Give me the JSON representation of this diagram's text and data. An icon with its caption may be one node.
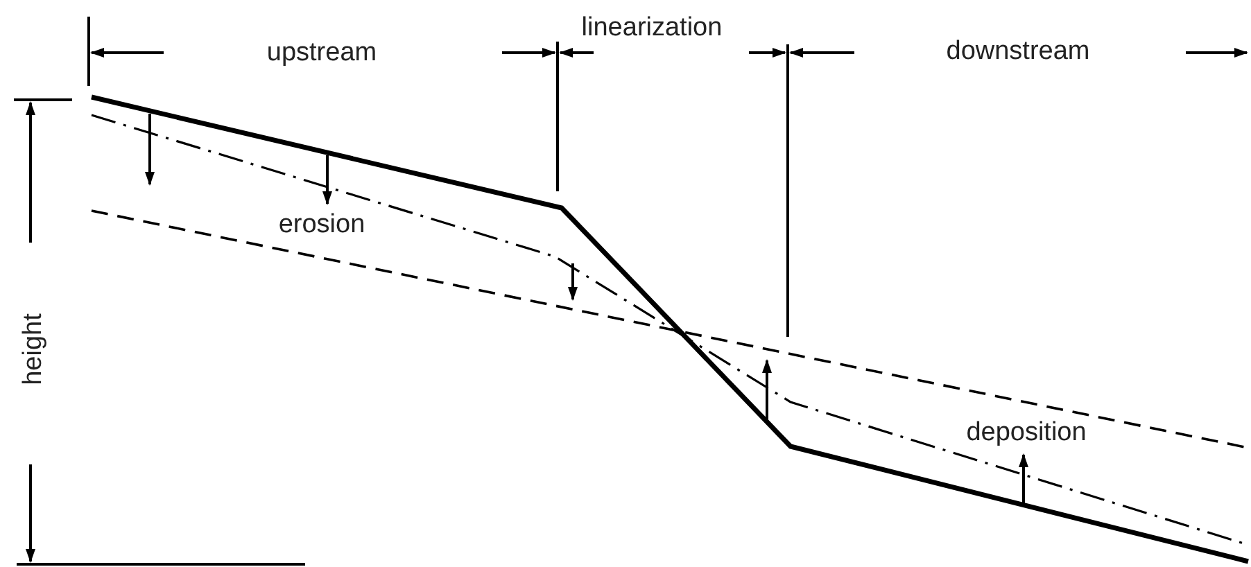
{
  "diagram": {
    "labels": [
      "upstream",
      "linearization",
      "downstream",
      "erosion",
      "height",
      "deposition"
    ]
  }
}
